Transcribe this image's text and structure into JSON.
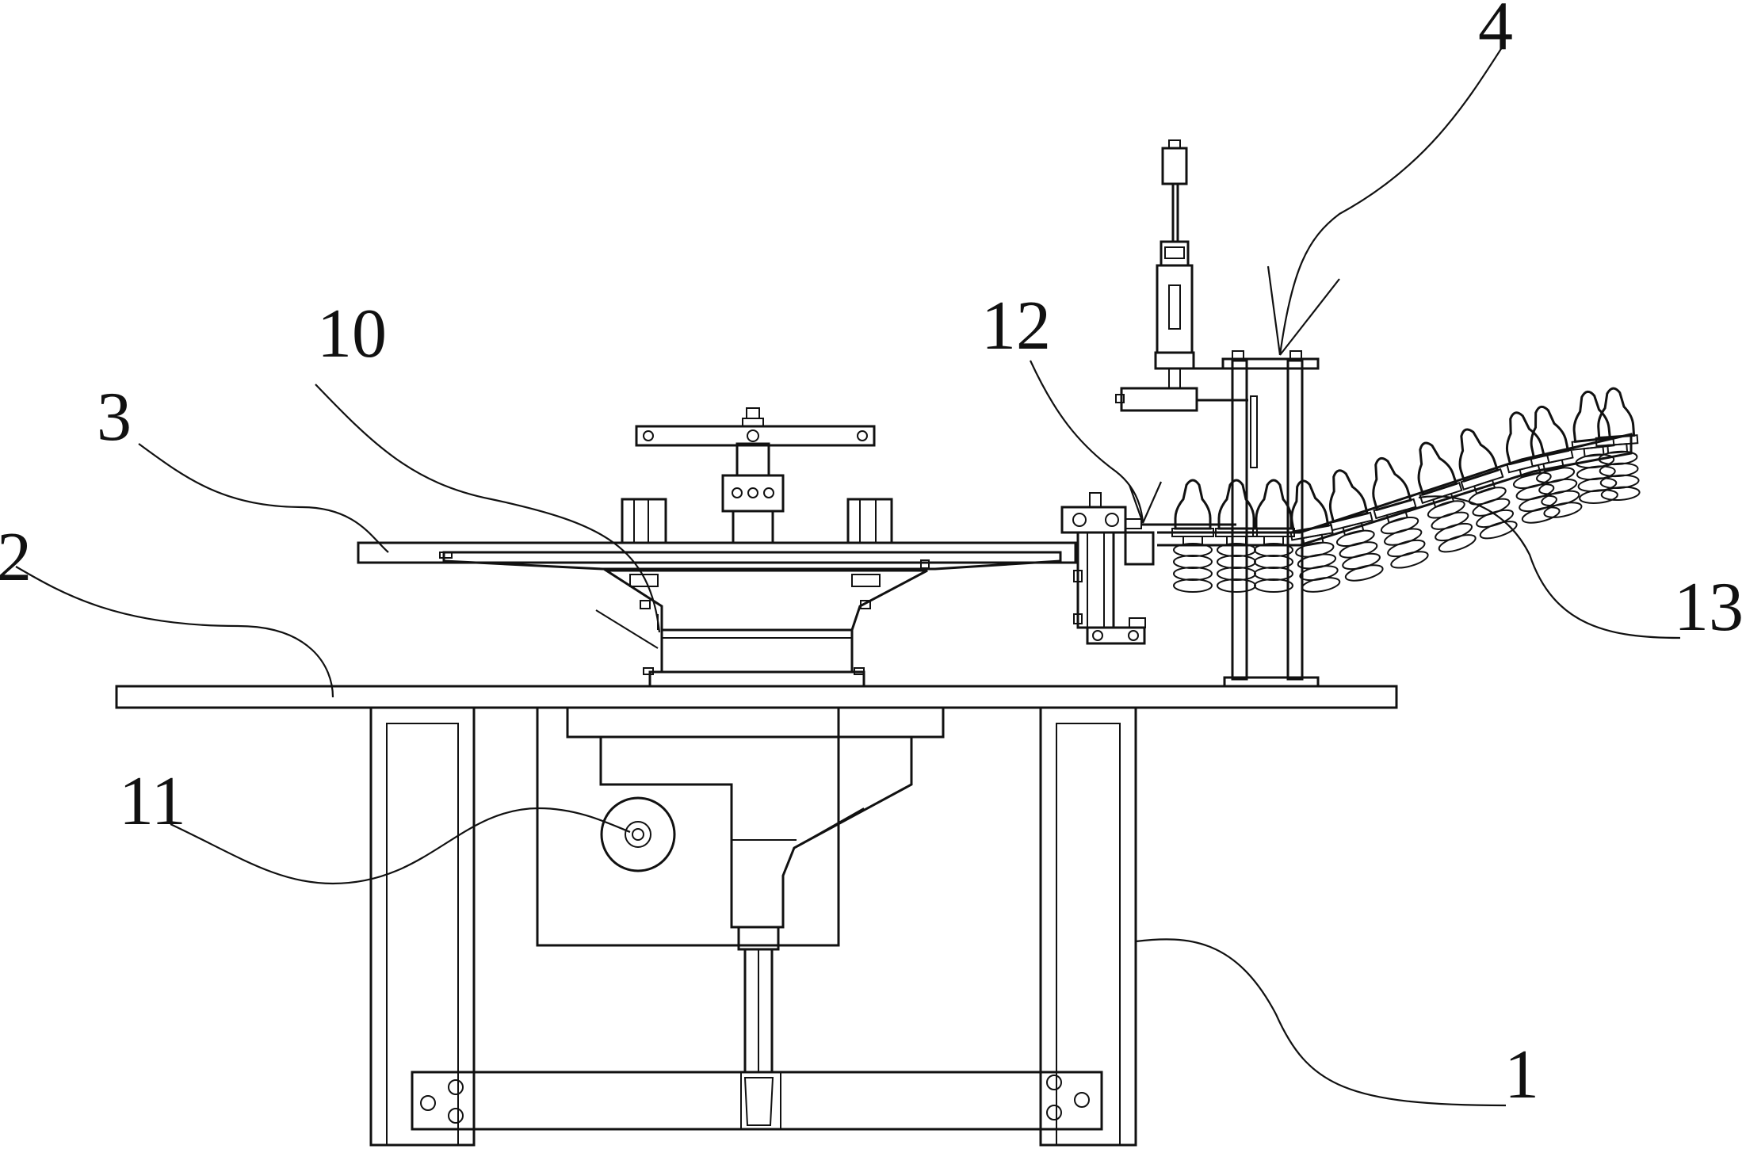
{
  "callouts": [
    {
      "id": "1",
      "text": "1"
    },
    {
      "id": "2",
      "text": "2"
    },
    {
      "id": "3",
      "text": "3"
    },
    {
      "id": "4",
      "text": "4"
    },
    {
      "id": "10",
      "text": "10"
    },
    {
      "id": "11",
      "text": "11"
    },
    {
      "id": "12",
      "text": "12"
    },
    {
      "id": "13",
      "text": "13"
    }
  ]
}
